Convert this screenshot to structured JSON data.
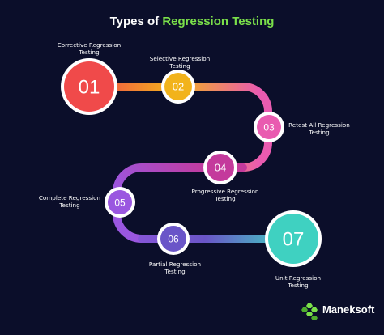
{
  "title": {
    "prefix": "Types of",
    "highlight": "Regression Testing"
  },
  "steps": [
    {
      "number": "01",
      "label": "Corrective Regression Testing",
      "color": "#f04a4a"
    },
    {
      "number": "02",
      "label": "Selective Regression Testing",
      "color": "#f2b31b"
    },
    {
      "number": "03",
      "label": "Retest All Regression Testing",
      "color": "#e95bb0"
    },
    {
      "number": "04",
      "label": "Progressive Regression Testing",
      "color": "#c43a9c"
    },
    {
      "number": "05",
      "label": "Complete Regression Testing",
      "color": "#9a57e0"
    },
    {
      "number": "06",
      "label": "Partial Regression Testing",
      "color": "#6a55c8"
    },
    {
      "number": "07",
      "label": "Unit Regression Testing",
      "color": "#3fd1c1"
    }
  ],
  "brand": {
    "name": "Maneksoft",
    "icon": "hexagon-cluster-icon",
    "color": "#7be04a"
  }
}
